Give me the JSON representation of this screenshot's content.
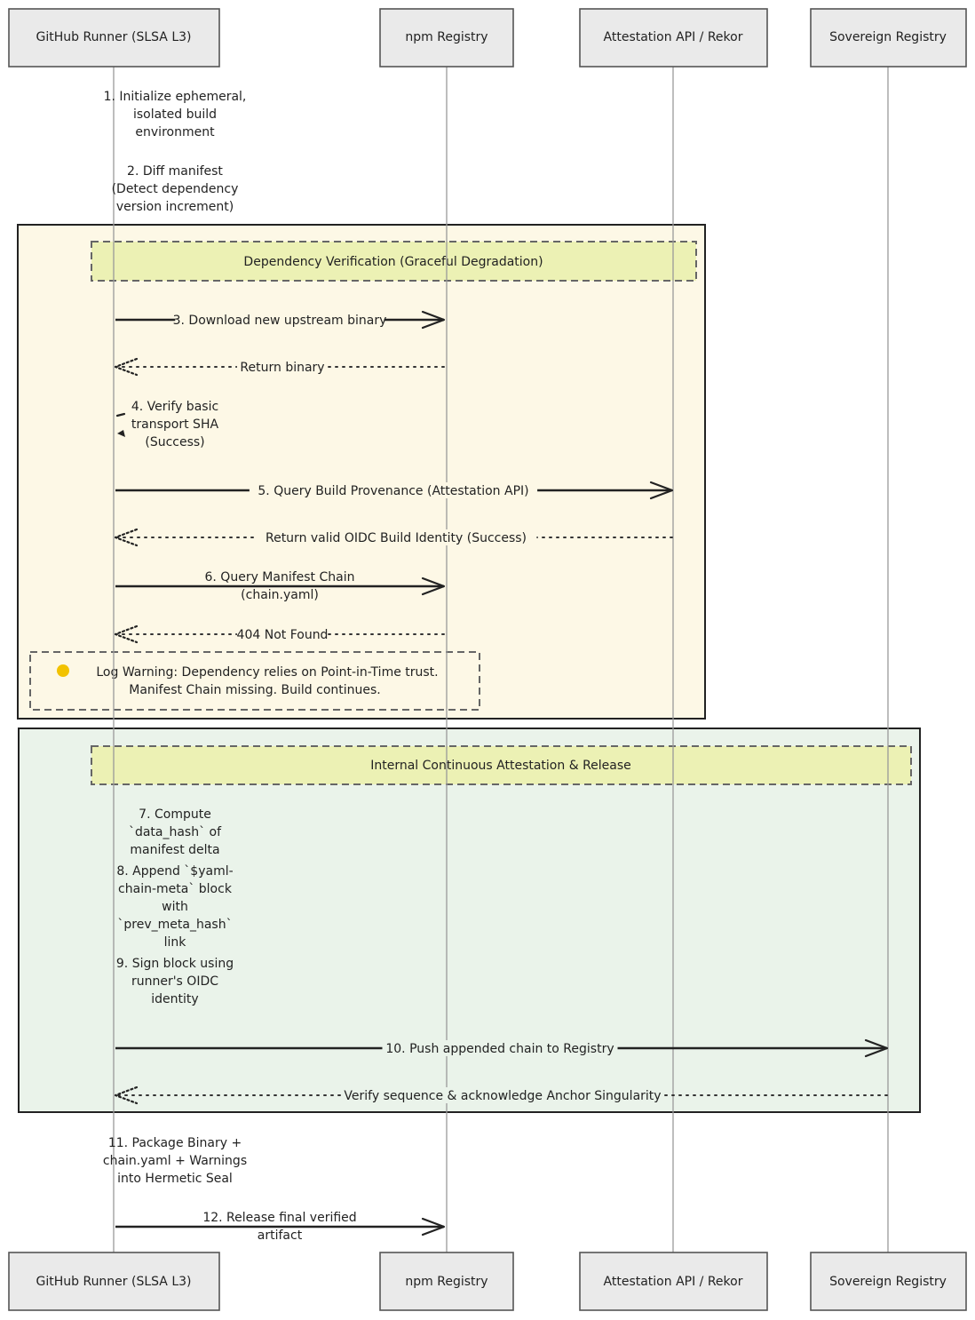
{
  "participants": [
    {
      "id": "runner",
      "label": "GitHub Runner (SLSA L3)"
    },
    {
      "id": "npm",
      "label": "npm Registry"
    },
    {
      "id": "attest",
      "label": "Attestation API / Rekor"
    },
    {
      "id": "sovereign",
      "label": "Sovereign Registry"
    }
  ],
  "self_notes": {
    "step1": [
      "1. Initialize ephemeral,",
      "isolated build",
      "environment"
    ],
    "step2": [
      "2. Diff manifest",
      "(Detect dependency",
      "version increment)"
    ],
    "step4": [
      "4. Verify basic",
      "transport SHA",
      "(Success)"
    ],
    "step7": [
      "7. Compute",
      "`data_hash` of",
      "manifest delta"
    ],
    "step8": [
      "8. Append `$yaml-",
      "chain-meta` block",
      "with",
      "`prev_meta_hash`",
      "link"
    ],
    "step9": [
      "9. Sign block using",
      "runner's OIDC",
      "identity"
    ],
    "step11": [
      "11. Package Binary +",
      "chain.yaml + Warnings",
      "into Hermetic Seal"
    ]
  },
  "region1": {
    "title": "Dependency Verification (Graceful Degradation)",
    "bg_color": "#fdf8e6"
  },
  "region2": {
    "title": "Internal Continuous Attestation & Release",
    "bg_color": "#eaf3ea"
  },
  "messages": {
    "m3": [
      "3. Download new upstream binary"
    ],
    "r3": [
      "Return binary"
    ],
    "m5": [
      "5. Query Build Provenance (Attestation API)"
    ],
    "r5": [
      "Return valid OIDC Build Identity (Success)"
    ],
    "m6": [
      "6. Query Manifest Chain",
      "(chain.yaml)"
    ],
    "r6": [
      "404 Not Found"
    ],
    "m10": [
      "10. Push appended chain to Registry"
    ],
    "r10": [
      "Verify sequence & acknowledge Anchor Singularity"
    ],
    "m12": [
      "12. Release final verified",
      "artifact"
    ]
  },
  "warning_note": {
    "icon": "yellow-circle-icon",
    "icon_color": "#f2c200",
    "lines": [
      "Log Warning: Dependency relies on Point-in-Time trust.",
      "Manifest Chain missing. Build continues."
    ]
  }
}
